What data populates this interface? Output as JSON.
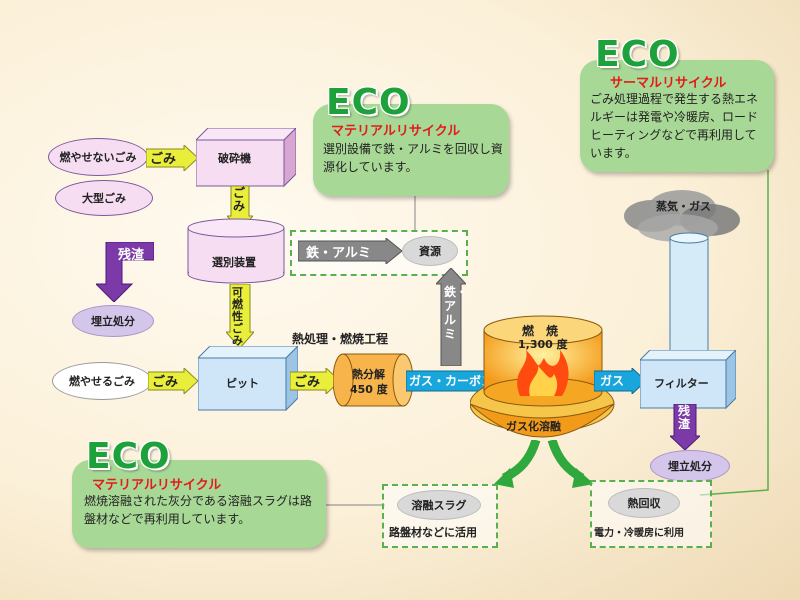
{
  "waste": {
    "nonburnable": "燃やせないごみ",
    "oversized": "大型ごみ",
    "burnable": "燃やせるごみ"
  },
  "gomi_label": "ごみ",
  "crusher": "破砕機",
  "sorter": "選別装置",
  "pit": "ピット",
  "residue": "残渣",
  "landfill": "埋立処分",
  "combustible_gomi": "可燃性ごみ",
  "iron_aluminum": "鉄・アルミ",
  "resources": "資源",
  "process_title": "熱処理・燃焼工程",
  "pyrolysis": {
    "line1": "熱分解",
    "line2": "450 度"
  },
  "gas_carbon": "ガス・カーボン",
  "combustion": {
    "line1": "燃　焼",
    "line2": "1,300 度"
  },
  "gasification": "ガス化溶融",
  "gas": "ガス",
  "filter": "フィルター",
  "steam_gas": "蒸気・ガス",
  "slag": {
    "title": "溶融スラグ",
    "use": "路盤材などに活用"
  },
  "heat": {
    "title": "熱回収",
    "use": "電力・冷暖房に利用"
  },
  "eco_word": "ECO",
  "eco_boxes": {
    "material_top": {
      "title": "マテリアルリサイクル",
      "text": "選別設備で鉄・アルミを回収し資源化しています。"
    },
    "thermal": {
      "title": "サーマルリサイクル",
      "text": "ごみ処理過程で発生する熱エネルギーは発電や冷暖房、ロードヒーティングなどで再利用しています。"
    },
    "material_bottom": {
      "title": "マテリアルリサイクル",
      "text": "燃焼溶融された灰分である溶融スラグは路盤材などで再利用しています。"
    }
  },
  "colors": {
    "eco_green": "#1ea03a",
    "eco_red": "#e21b1b",
    "box_green": "#a8d896",
    "arrow_yellow": "#e8ee3a",
    "arrow_purple": "#7b3aa8",
    "arrow_blue": "#19a6dc"
  }
}
